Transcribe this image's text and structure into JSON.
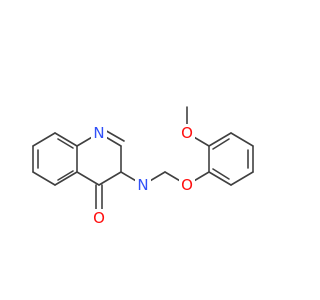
{
  "molecule": {
    "colors": {
      "bond": "#404040",
      "oxygen": "#ff0d0d",
      "nitrogen": "#3050f8"
    },
    "atom_labels": {
      "n_top": "N",
      "n_ring": "N",
      "o_carbonyl": "O",
      "o_ether": "O",
      "o_methoxy": "O"
    }
  }
}
